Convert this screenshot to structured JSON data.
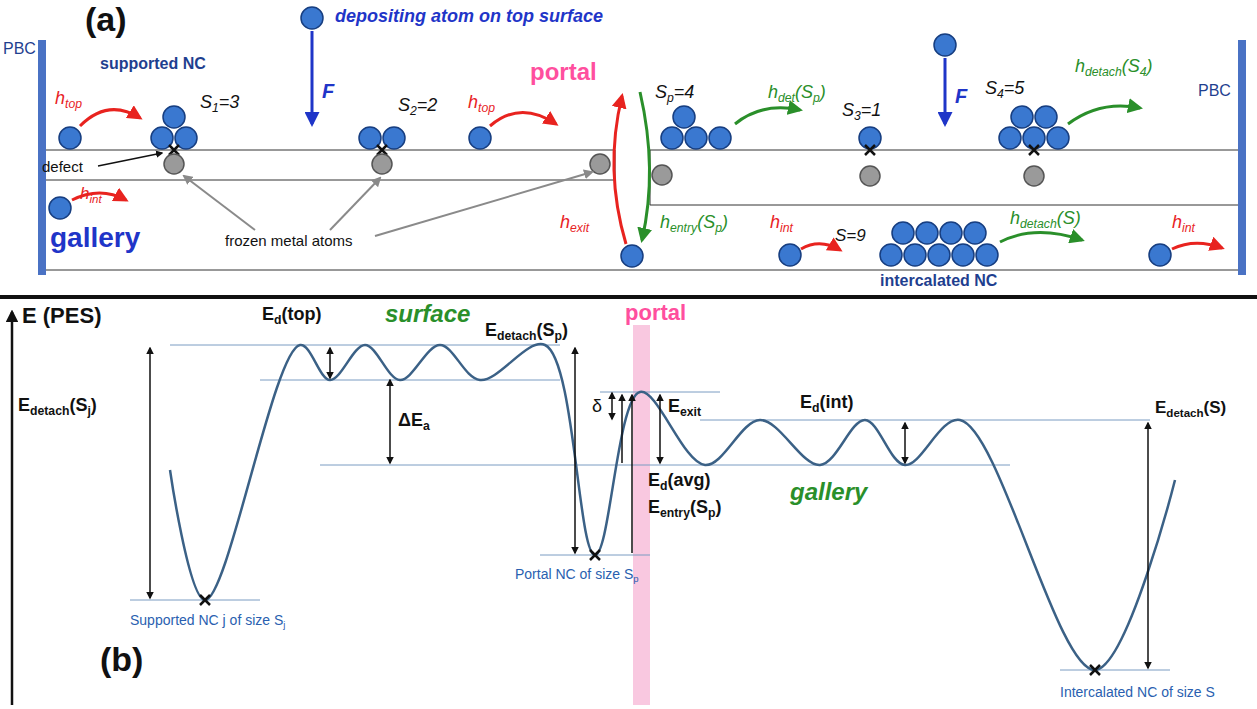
{
  "diagram": {
    "labels": [
      "(a)",
      "depositing atom on top surface",
      "PBC",
      "supported NC",
      "htop",
      "S1=3",
      "F",
      "S2=2",
      "htop",
      "portal",
      "Sp=4",
      "hdet(Sp)",
      "S3=1",
      "F",
      "S4=5",
      "hdetach(S4)",
      "PBC",
      "defect",
      "gallery",
      "hint",
      "frozen metal atoms",
      "hexit",
      "hentry(Sp)",
      "hint",
      "S=9",
      "hdetach(S)",
      "hint",
      "intercalated NC",
      "E (PES)",
      "surface",
      "Ed(top)",
      "Edetach(Sp)",
      "portal",
      "Edetach(Sj)",
      "ΔEa",
      "δ",
      "Eexit",
      "Ed(int)",
      "Ed(avg)",
      "Eentry(Sp)",
      "gallery",
      "Edetach(S)",
      "Supported NC j of size Sj",
      "Portal NC of size Sp",
      "(b)",
      "Intercalated NC of size S"
    ]
  }
}
